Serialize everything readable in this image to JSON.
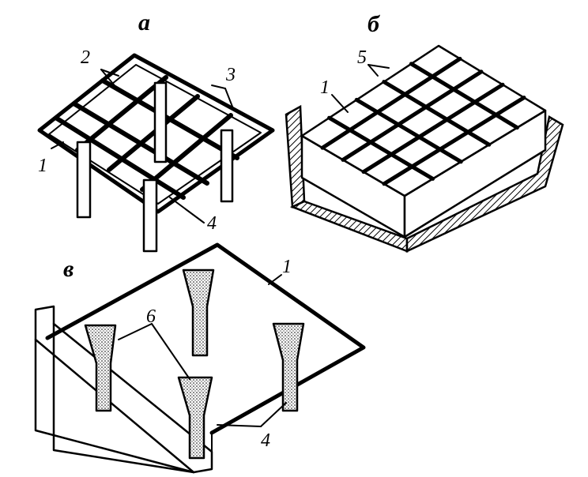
{
  "figures": {
    "a": {
      "letter": "а",
      "callouts": [
        "1",
        "2",
        "3",
        "4"
      ]
    },
    "b": {
      "letter": "б",
      "callouts": [
        "1",
        "5"
      ]
    },
    "c": {
      "letter": "в",
      "callouts": [
        "1",
        "6",
        "4"
      ]
    }
  },
  "colors": {
    "ink": "#000000",
    "paper": "#ffffff"
  }
}
